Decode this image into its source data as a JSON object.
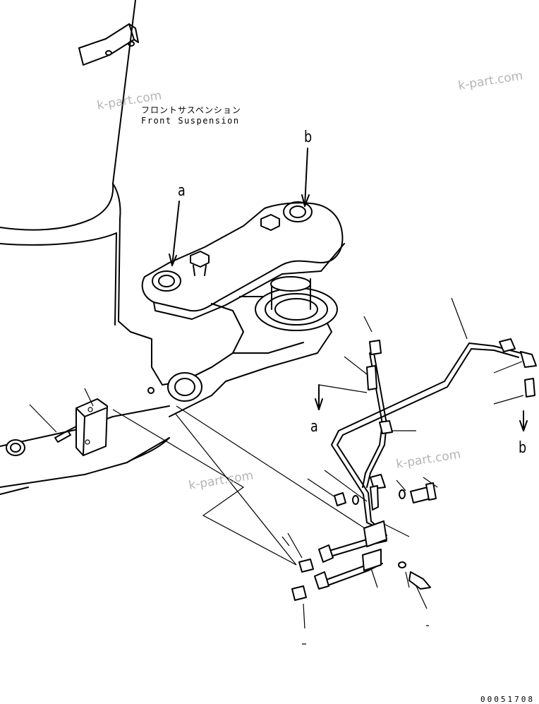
{
  "title": {
    "japanese": "フロントサスペンション",
    "english": "Front Suspension"
  },
  "reference_labels": {
    "a_top": "a",
    "b_top": "b",
    "a_bottom": "a",
    "b_bottom": "b"
  },
  "watermarks": [
    "k-part.com",
    "k-part.com",
    "k-part.com",
    "k-part.com"
  ],
  "part_number": "00051708",
  "colors": {
    "line": "#000000",
    "background": "#ffffff",
    "watermark": "#b4b4b4"
  }
}
